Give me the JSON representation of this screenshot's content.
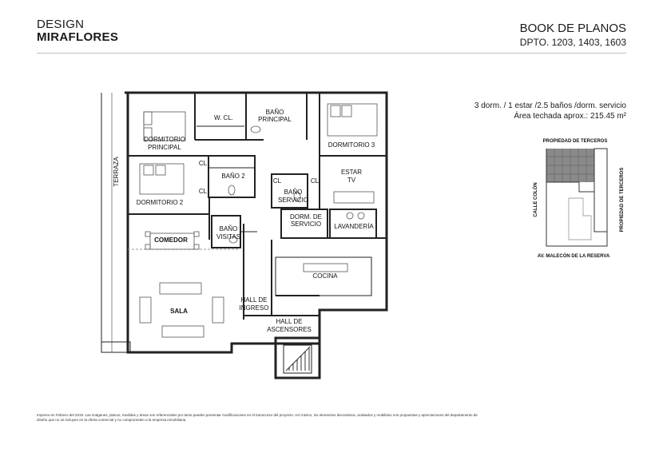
{
  "header": {
    "brand_line1": "DESIGN",
    "brand_line2": "MIRAFLORES",
    "book_title": "BOOK DE PLANOS",
    "units": "DPTO. 1203, 1403, 1603"
  },
  "specs": {
    "line1": "3 dorm. / 1 estar /2.5 baños /dorm. servicio",
    "line2": "Área techada aprox.: 215.45 m²"
  },
  "plan": {
    "terraza": "TERRAZA",
    "wcl": "W. CL.",
    "bano_principal_1": "BAÑO",
    "bano_principal_2": "PRINCIPAL",
    "dorm_principal_1": "DORMITORIO",
    "dorm_principal_2": "PRINCIPAL",
    "dorm3": "DORMITORIO 3",
    "cl_a": "CL",
    "cl_b": "CL",
    "bano2": "BAÑO 2",
    "cl_c": "CL",
    "cl_d": "CL",
    "bano_servicio_1": "BAÑO",
    "bano_servicio_2": "SERVICIO",
    "estar_1": "ESTAR",
    "estar_2": "TV",
    "dorm2": "DORMITORIO 2",
    "dorm_servicio_1": "DORM. DE",
    "dorm_servicio_2": "SERVICIO",
    "lavanderia": "LAVANDERÍA",
    "bano_visitas_1": "BAÑO",
    "bano_visitas_2": "VISITAS",
    "comedor": "COMEDOR",
    "cocina": "COCINA",
    "hall_ingreso_1": "HALL DE",
    "hall_ingreso_2": "INGRESO",
    "sala": "SALA",
    "hall_ascensores_1": "HALL DE",
    "hall_ascensores_2": "ASCENSORES"
  },
  "keyplan": {
    "top": "PROPIEDAD DE TERCEROS",
    "left": "CALLE COLÓN",
    "right": "PROPIEDAD DE TERCEROS",
    "bottom": "AV. MALECÓN DE LA RESERVA"
  },
  "footer": {
    "disclaimer": "Impreso en Febrero del 2019. Las imágenes, planos, medidas y áreas son referenciales por tanto pueden presentar modificaciones en el transcurso del proyecto. Así mismo, los elementos decorativos, acabados y mobiliario son propuestas y apreciaciones del departamento de diseño que no se incluyen en la oferta comercial y no comprometen a la empresa inmobiliaria."
  }
}
